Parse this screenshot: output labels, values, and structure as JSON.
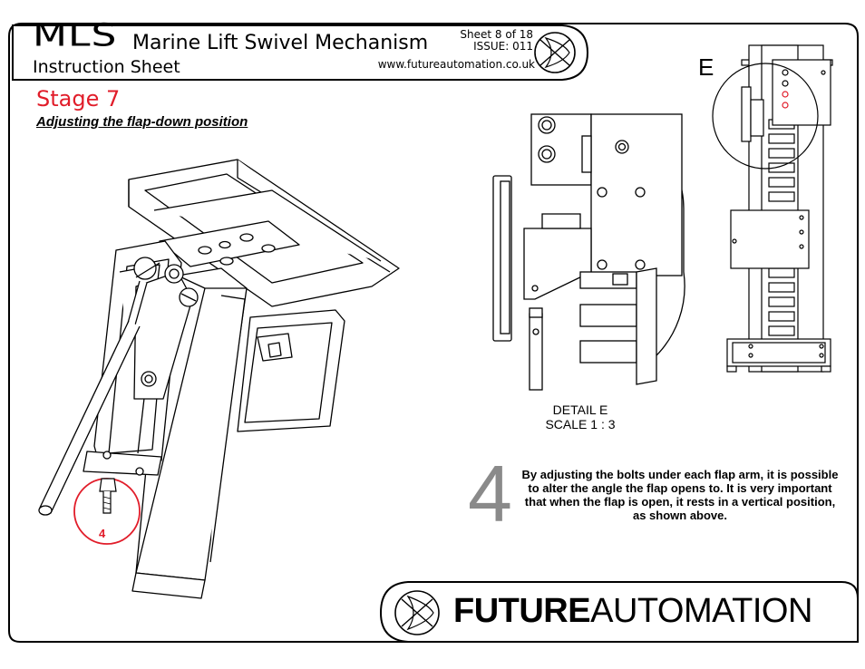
{
  "header": {
    "product_code": "MLS",
    "product_name": "Marine Lift Swivel Mechanism",
    "doc_type": "Instruction Sheet",
    "sheet": "Sheet 8 of 18",
    "issue": "ISSUE: 011",
    "website": "www.futureautomation.co.uk"
  },
  "stage": {
    "title": "Stage 7",
    "subtitle": "Adjusting the flap-down position"
  },
  "detail": {
    "marker": "E",
    "label": "DETAIL E",
    "scale": "SCALE 1 : 3"
  },
  "step": {
    "number": "4",
    "text": "By adjusting the bolts under each flap arm, it is possible to alter the angle the flap opens to.  It is very important that when the flap is open, it rests in a vertical position, as shown above."
  },
  "callout": {
    "label": "4"
  },
  "footer": {
    "brand_bold": "FUTURE",
    "brand_light": "AUTOMATION"
  },
  "colors": {
    "accent": "#e11d2a",
    "step_number": "#8a8a8a"
  },
  "icons": [
    "future-automation-logo-icon"
  ]
}
